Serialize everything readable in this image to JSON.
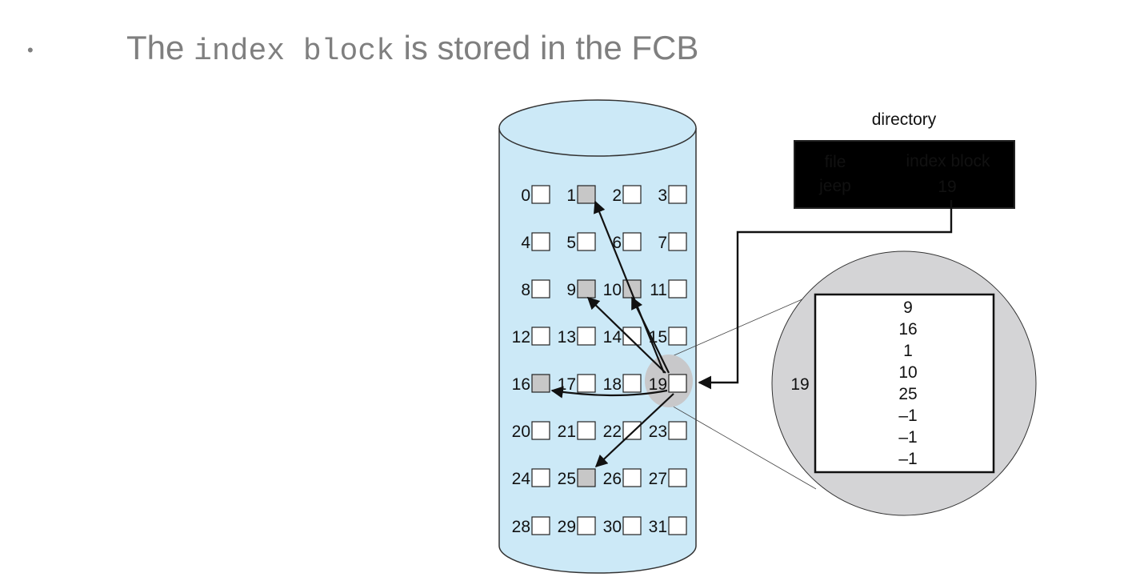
{
  "slide": {
    "bullet": "•",
    "text_before": "The ",
    "text_code": "index block",
    "text_after": " is stored in the FCB"
  },
  "directory": {
    "title": "directory",
    "col_file": "file",
    "col_index": "index block",
    "row_file": "jeep",
    "row_index": "19"
  },
  "disk": {
    "block_numbers": [
      "0",
      "1",
      "2",
      "3",
      "4",
      "5",
      "6",
      "7",
      "8",
      "9",
      "10",
      "11",
      "12",
      "13",
      "14",
      "15",
      "16",
      "17",
      "18",
      "19",
      "20",
      "21",
      "22",
      "23",
      "24",
      "25",
      "26",
      "27",
      "28",
      "29",
      "30",
      "31"
    ],
    "used_blocks": [
      1,
      9,
      10,
      16,
      25
    ],
    "index_block": 19,
    "cylinder_color": "#cce9f7",
    "used_block_color": "#c7c7c7"
  },
  "index_zoom": {
    "label": "19",
    "entries": [
      "9",
      "16",
      "1",
      "10",
      "25",
      "–1",
      "–1",
      "–1"
    ],
    "circle_color": "#d4d4d6"
  }
}
